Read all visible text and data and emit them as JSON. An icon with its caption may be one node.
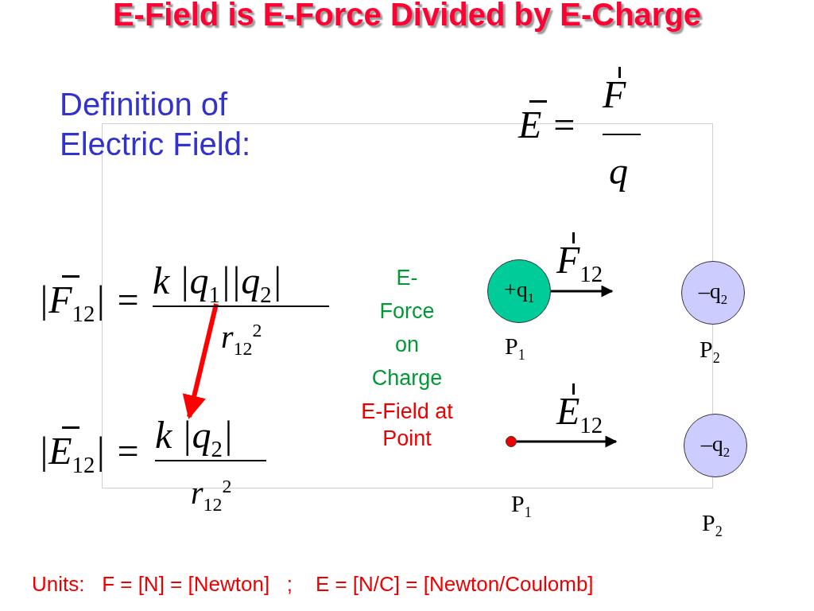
{
  "diagram": {
    "title": "E-Field is E-Force Divided by E-Charge",
    "nodes": [
      {
        "text": [
          "*k* |*q*$_{1}$||*q*$_{2}$|"
        ]
      },
      {
        "text": [
          "*k* |*q*$_{2}$|"
        ]
      },
      {
        "text": [
          "+q$_{1}$"
        ],
        "beside": [
          "P$_{1}$"
        ]
      },
      {
        "text": [
          "–q$_{2}$"
        ],
        "beside": [
          "P$_{2}$"
        ]
      },
      {
        "text": [],
        "shape": "circle",
        "beside": [
          "P$_{1}$"
        ]
      },
      {
        "text": [
          "–q$_{2}$"
        ],
        "beside": [
          "P$_{2}$"
        ]
      }
    ],
    "edges": [
      {
        "from": 0,
        "to": 1,
        "arrow": "to",
        "style": "thick",
        "color": "#ff0000"
      },
      {
        "from": 2,
        "to": null,
        "arrow": "to",
        "label": "F$_{12}$"
      },
      {
        "from": 4,
        "to": null,
        "arrow": "to",
        "label": "E$_{12}$"
      }
    ],
    "labels": [
      "Definition of Electric Field:",
      "E =",
      "F",
      "q",
      "|F$_{12}$| =",
      "r$_{12}$$^{2}$",
      "E- Force on Charge",
      "|E$_{12}$| =",
      "E-Field at Point",
      "r$_{12}$$^{2}$",
      "Units:   F = [N] = [Newton]   ;    E = [N/C] = [Newton/Coulomb]"
    ]
  }
}
